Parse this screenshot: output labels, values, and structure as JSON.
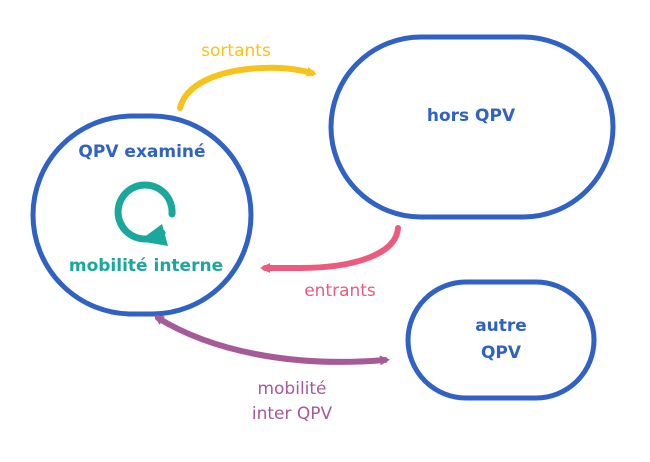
{
  "nodes": {
    "qpv_examine": {
      "label": "QPV examiné"
    },
    "hors_qpv": {
      "label": "hors QPV"
    },
    "autre_qpv": {
      "line1": "autre",
      "line2": "QPV"
    }
  },
  "flows": {
    "sortants": {
      "label": "sortants"
    },
    "entrants": {
      "label": "entrants"
    },
    "mobilite_interne": {
      "label": "mobilité interne"
    },
    "mobilite_inter_qpv": {
      "line1": "mobilité",
      "line2": "inter QPV"
    }
  },
  "colors": {
    "box_border": "#2f62c4",
    "sortants": "#f7c21b",
    "entrants": "#ec5b7e",
    "mobilite_interne": "#1aa89c",
    "mobilite_inter_qpv": "#a65a97"
  }
}
